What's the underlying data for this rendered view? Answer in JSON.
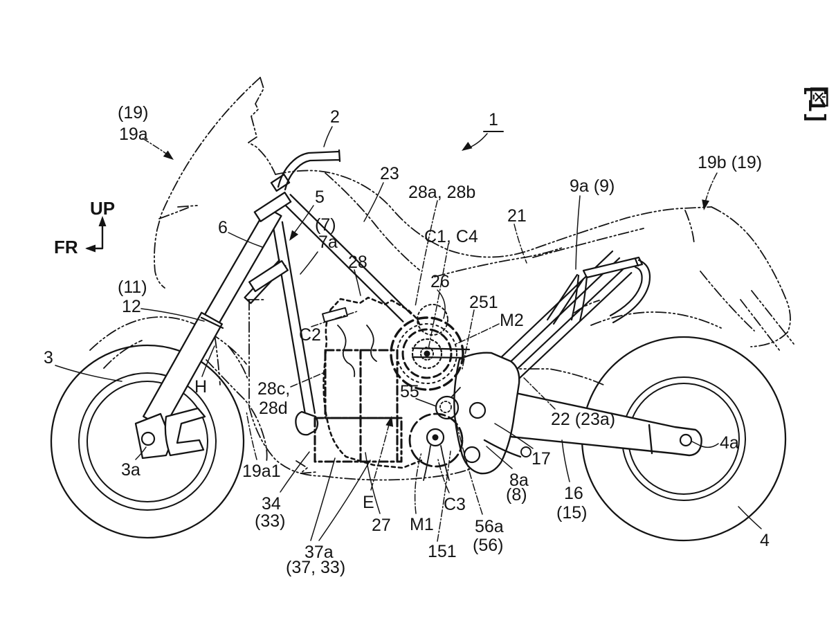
{
  "figure_tag": {
    "open": "[",
    "kanji": "図",
    "number": "1",
    "close": "]"
  },
  "drawing_description": "Patent side-view line drawing of a motorcycle (figure 1) with reference numerals",
  "colors": {
    "ink": "#141414",
    "background": "#ffffff"
  },
  "orientation": {
    "up": "UP",
    "front": "FR"
  },
  "labels": [
    {
      "id": "paren-19",
      "text": "(19)"
    },
    {
      "id": "19a",
      "text": "19a"
    },
    {
      "id": "2",
      "text": "2"
    },
    {
      "id": "1",
      "text": "1"
    },
    {
      "id": "23",
      "text": "23"
    },
    {
      "id": "28a-28b",
      "text": "28a, 28b"
    },
    {
      "id": "c1-c4",
      "text": "C1, C4"
    },
    {
      "id": "21",
      "text": "21"
    },
    {
      "id": "9a-9",
      "text": "9a (9)"
    },
    {
      "id": "19b-19",
      "text": "19b (19)"
    },
    {
      "id": "5",
      "text": "5"
    },
    {
      "id": "6",
      "text": "6"
    },
    {
      "id": "paren-7",
      "text": "(7)"
    },
    {
      "id": "7a",
      "text": "7a"
    },
    {
      "id": "28",
      "text": "28"
    },
    {
      "id": "26",
      "text": "26"
    },
    {
      "id": "251",
      "text": "251"
    },
    {
      "id": "m2",
      "text": "M2"
    },
    {
      "id": "paren-11",
      "text": "(11)"
    },
    {
      "id": "12",
      "text": "12"
    },
    {
      "id": "c2",
      "text": "C2"
    },
    {
      "id": "3",
      "text": "3"
    },
    {
      "id": "h",
      "text": "H"
    },
    {
      "id": "28c",
      "text": "28c,"
    },
    {
      "id": "28d",
      "text": "28d"
    },
    {
      "id": "55",
      "text": "55"
    },
    {
      "id": "22-23a",
      "text": "22 (23a)"
    },
    {
      "id": "17",
      "text": "17"
    },
    {
      "id": "8a",
      "text": "8a"
    },
    {
      "id": "paren-8",
      "text": "(8)"
    },
    {
      "id": "16",
      "text": "16"
    },
    {
      "id": "paren-15",
      "text": "(15)"
    },
    {
      "id": "4a",
      "text": "4a"
    },
    {
      "id": "4",
      "text": "4"
    },
    {
      "id": "3a",
      "text": "3a"
    },
    {
      "id": "19a1",
      "text": "19a1"
    },
    {
      "id": "34",
      "text": "34"
    },
    {
      "id": "paren-33",
      "text": "(33)"
    },
    {
      "id": "37a",
      "text": "37a"
    },
    {
      "id": "paren-37-33",
      "text": "(37, 33)"
    },
    {
      "id": "e",
      "text": "E"
    },
    {
      "id": "27",
      "text": "27"
    },
    {
      "id": "m1",
      "text": "M1"
    },
    {
      "id": "c3",
      "text": "C3"
    },
    {
      "id": "151",
      "text": "151"
    },
    {
      "id": "56a",
      "text": "56a"
    },
    {
      "id": "paren-56",
      "text": "(56)"
    },
    {
      "id": "up",
      "text": "UP"
    },
    {
      "id": "fr",
      "text": "FR"
    }
  ]
}
